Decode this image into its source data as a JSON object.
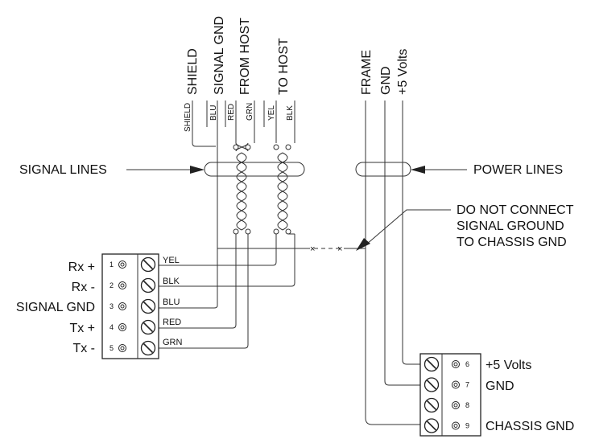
{
  "cable_labels": {
    "shield": "SHIELD",
    "signal_gnd": "SIGNAL GND",
    "from_host": "FROM HOST",
    "to_host": "TO HOST",
    "frame": "FRAME",
    "gnd": "GND",
    "plus5": "+5 Volts"
  },
  "wire_codes": {
    "shield": "SHIELD",
    "blu": "BLU",
    "red": "RED",
    "grn": "GRN",
    "yel": "YEL",
    "blk": "BLK"
  },
  "callouts": {
    "signal_lines": "SIGNAL LINES",
    "power_lines": "POWER LINES",
    "warning_line1": "DO NOT CONNECT",
    "warning_line2": "SIGNAL GROUND",
    "warning_line3": "TO CHASSIS GND"
  },
  "left_terminal": {
    "pins": [
      {
        "number": "1",
        "label": "Rx +",
        "wire": "YEL"
      },
      {
        "number": "2",
        "label": "Rx -",
        "wire": "BLK"
      },
      {
        "number": "3",
        "label": "SIGNAL GND",
        "wire": "BLU"
      },
      {
        "number": "4",
        "label": "Tx +",
        "wire": "RED"
      },
      {
        "number": "5",
        "label": "Tx -",
        "wire": "GRN"
      }
    ]
  },
  "right_terminal": {
    "pins": [
      {
        "number": "6",
        "label": "+5 Volts"
      },
      {
        "number": "7",
        "label": "GND"
      },
      {
        "number": "8",
        "label": ""
      },
      {
        "number": "9",
        "label": "CHASSIS GND"
      }
    ]
  }
}
